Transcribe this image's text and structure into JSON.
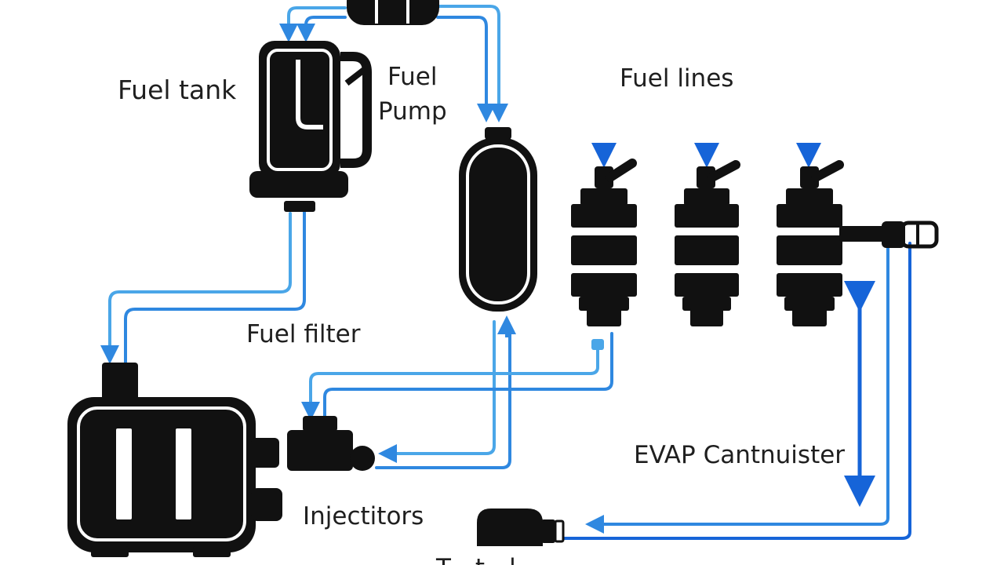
{
  "labels": {
    "fuel_tank": "Fuel tank",
    "fuel_pump_line1": "Fuel",
    "fuel_pump_line2": "Pump",
    "fuel_lines": "Fuel lines",
    "fuel_filter": "Fuel filter",
    "evap_canister": "EVAP Cantnuister",
    "injectors": "Injectitors",
    "bottom_cut": "T…t…l…"
  },
  "colors": {
    "component": "#111111",
    "line_light": "#4aa6e8",
    "line_main": "#2f88e0",
    "line_dark": "#1664d8",
    "background": "#ffffff"
  },
  "icons": {
    "arrow": "arrowhead-shape",
    "double_arrow": "double-headed-arrow"
  }
}
